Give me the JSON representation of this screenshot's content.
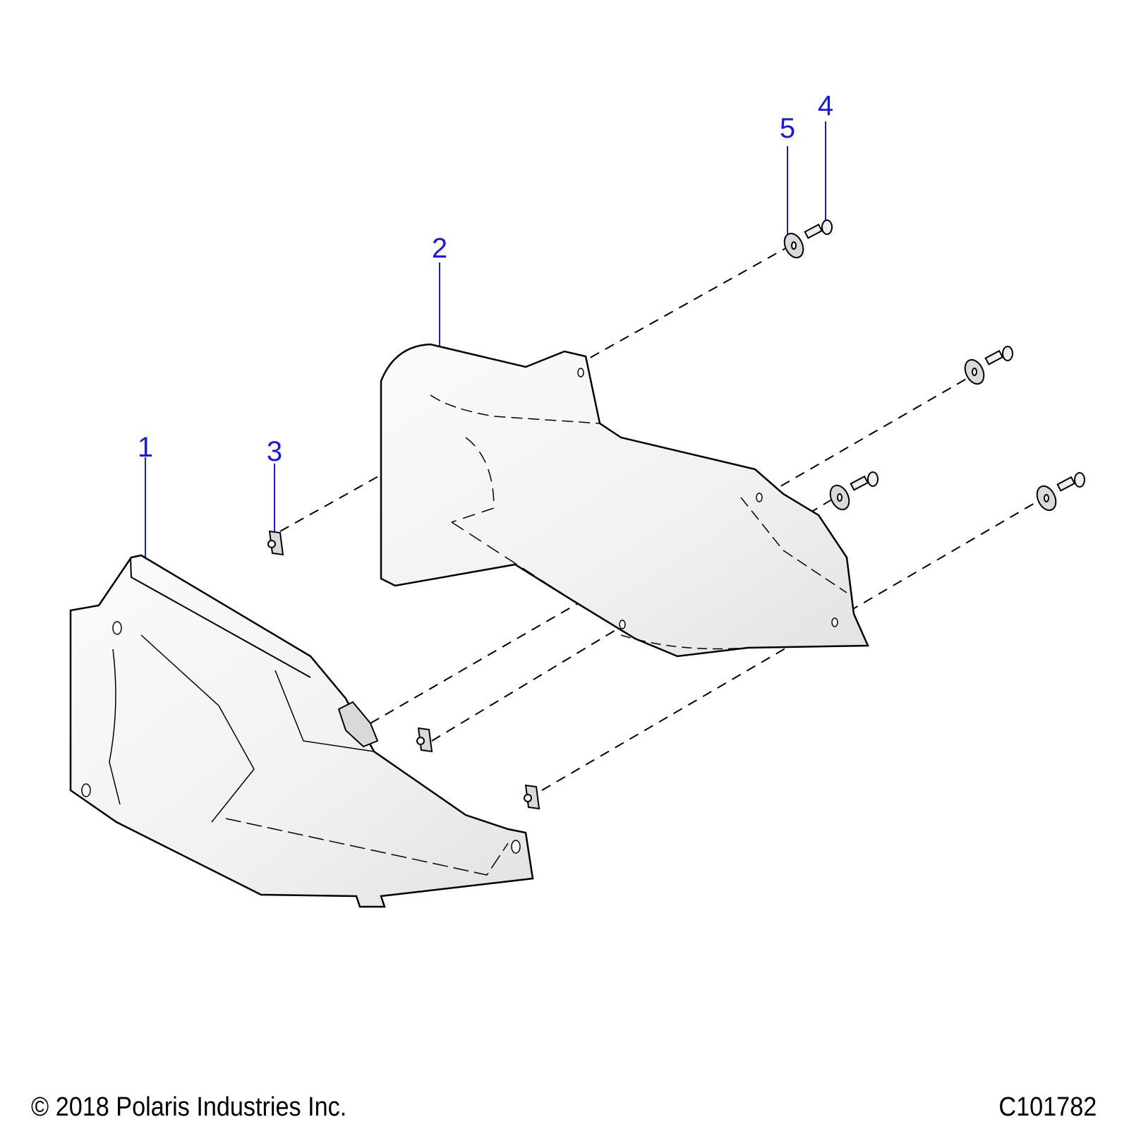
{
  "diagram": {
    "type": "exploded-parts-diagram",
    "callouts": [
      {
        "id": "1",
        "label": "1",
        "part": "lower heat shield"
      },
      {
        "id": "2",
        "label": "2",
        "part": "upper heat shield"
      },
      {
        "id": "3",
        "label": "3",
        "part": "clip nut"
      },
      {
        "id": "4",
        "label": "4",
        "part": "screw"
      },
      {
        "id": "5",
        "label": "5",
        "part": "washer"
      }
    ],
    "colors": {
      "callout": "#1a1adb",
      "outline": "#000000",
      "part_fill": "#f4f4f4",
      "part_shade": "#d9d9d9"
    }
  },
  "footer": {
    "copyright": "© 2018 Polaris Industries Inc.",
    "code": "C101782"
  }
}
